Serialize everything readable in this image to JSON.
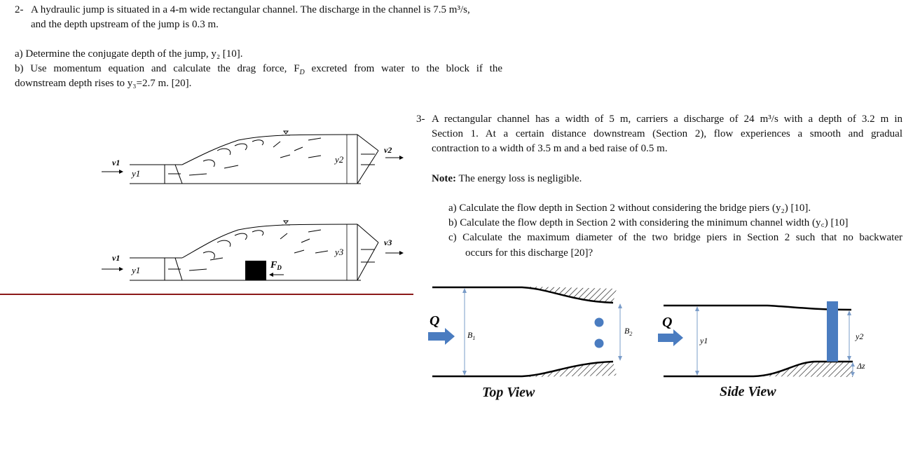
{
  "q2": {
    "num": "2-",
    "line1": "A hydraulic jump is situated in a 4-m wide rectangular channel. The discharge in the channel is 7.5 m³/s,",
    "line2": "and the depth upstream of the jump is 0.3 m.",
    "a": "a) Determine the conjugate depth of the jump, y₂ [10].",
    "b1": "b) Use momentum equation and calculate the drag force, F",
    "b1_sub": "D",
    "b1_rest": " excreted from water to the block if the",
    "b2": "downstream depth rises to y₃=2.7 m. [20].",
    "fig1": {
      "v1": "v1",
      "y1": "y1",
      "y2": "y2",
      "v2": "v2"
    },
    "fig2": {
      "v1": "v1",
      "y1": "y1",
      "y3": "y3",
      "v3": "v3",
      "fd": "F",
      "fd_sub": "D"
    }
  },
  "q3": {
    "num": "3-",
    "line1": "A rectangular channel has a width of 5 m, carriers a discharge of 24 m³/s with a depth of 3.2 m in",
    "line2": "Section 1. At a certain distance downstream (Section 2), flow experiences a smooth and gradual",
    "line3": "contraction to a width of 3.5 m and a bed raise of 0.5 m.",
    "note_label": "Note:",
    "note_text": " The energy loss is negligible.",
    "a": "a)  Calculate the flow depth in Section 2 without considering the bridge piers (y₂) [10].",
    "b": "b)  Calculate the flow depth in Section 2 with considering the minimum channel width (y꜀) [10]",
    "c1": "c)  Calculate the maximum diameter of the two bridge piers in Section 2 such that no backwater",
    "c2": "occurs for this discharge [20]?",
    "top": {
      "q": "Q",
      "b1": "B",
      "b1_sub": "1",
      "b2": "B",
      "b2_sub": "2",
      "caption": "Top View"
    },
    "side": {
      "q": "Q",
      "y1": "y1",
      "y2": "y2",
      "dz": "Δz",
      "caption": "Side View"
    }
  },
  "colors": {
    "divider": "#8b1a1a",
    "arrow": "#4a7cc0",
    "pier": "#4a7cc0"
  }
}
